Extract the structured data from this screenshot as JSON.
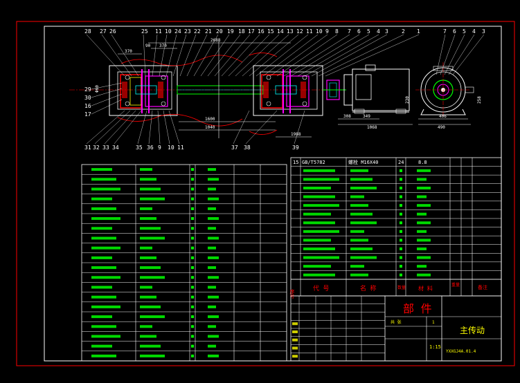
{
  "callouts_top": [
    "28",
    "27",
    "26",
    "25",
    "11",
    "10",
    "24",
    "23",
    "22",
    "21",
    "20",
    "19",
    "18",
    "17",
    "16",
    "15",
    "14",
    "13",
    "12",
    "11",
    "10",
    "9",
    "8",
    "7",
    "6",
    "5",
    "4",
    "3",
    "2",
    "1"
  ],
  "callouts_left": [
    "29",
    "30",
    "16",
    "17"
  ],
  "callouts_bottom": [
    "31",
    "32",
    "33",
    "34",
    "35",
    "36",
    "9",
    "10",
    "11",
    "37",
    "38",
    "39"
  ],
  "callouts_side": [
    "7",
    "6",
    "5",
    "4",
    "3"
  ],
  "dims": {
    "d370a": "370",
    "d370b": "370",
    "d2688": "2688",
    "d90": "90",
    "dphi": "Φ60",
    "d1600": "1600",
    "d1040": "1040",
    "d1988": "1988",
    "d308": "308",
    "d349": "349",
    "d1068": "1068",
    "d230": "230",
    "d406": "406",
    "d490": "490",
    "d258": "258"
  },
  "right_table_top": {
    "no": "15",
    "code": "GB/T5782",
    "name": "螺栓 M16X40",
    "qty": "24",
    "grade": "8.8"
  },
  "labels": {
    "seq": "序号",
    "code": "代 号",
    "name": "名 称",
    "qty": "数量",
    "material": "材 料",
    "weight": "重量",
    "note": "备注",
    "part": "部 件",
    "title": "主传动",
    "scale": "1:15",
    "drawing_no": "YXXGJ4A.01.4",
    "sheet": "共 张",
    "sheet_no": "1"
  },
  "bom_left_rows": 20,
  "bom_right_rows": 14,
  "colors": {
    "frame": "#ff0000",
    "lines": "#ffffff",
    "green": "#00ff00",
    "yellow": "#ffff00",
    "cyan": "#00ffff",
    "magenta": "#ff00ff",
    "red": "#ff0000"
  }
}
